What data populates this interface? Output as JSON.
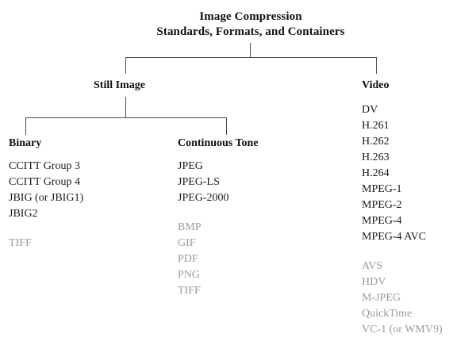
{
  "diagram": {
    "title": {
      "line1": "Image Compression",
      "line2": "Standards, Formats, and Containers"
    },
    "branches": [
      {
        "id": "still-image",
        "label": "Still Image"
      },
      {
        "id": "video",
        "label": "Video"
      }
    ],
    "columns": [
      {
        "id": "binary",
        "heading": "Binary",
        "items": [
          {
            "label": "CCITT Group 3",
            "muted": false,
            "gap_before": false
          },
          {
            "label": "CCITT Group 4",
            "muted": false,
            "gap_before": false
          },
          {
            "label": "JBIG (or JBIG1)",
            "muted": false,
            "gap_before": false
          },
          {
            "label": "JBIG2",
            "muted": false,
            "gap_before": false
          },
          {
            "label": "TIFF",
            "muted": true,
            "gap_before": true
          }
        ]
      },
      {
        "id": "continuous-tone",
        "heading": "Continuous Tone",
        "items": [
          {
            "label": "JPEG",
            "muted": false,
            "gap_before": false
          },
          {
            "label": "JPEG-LS",
            "muted": false,
            "gap_before": false
          },
          {
            "label": "JPEG-2000",
            "muted": false,
            "gap_before": false
          },
          {
            "label": "BMP",
            "muted": true,
            "gap_before": true
          },
          {
            "label": "GIF",
            "muted": true,
            "gap_before": false
          },
          {
            "label": "PDF",
            "muted": true,
            "gap_before": false
          },
          {
            "label": "PNG",
            "muted": true,
            "gap_before": false
          },
          {
            "label": "TIFF",
            "muted": true,
            "gap_before": false
          }
        ]
      },
      {
        "id": "video",
        "heading": "",
        "items": [
          {
            "label": "DV",
            "muted": false,
            "gap_before": false
          },
          {
            "label": "H.261",
            "muted": false,
            "gap_before": false
          },
          {
            "label": "H.262",
            "muted": false,
            "gap_before": false
          },
          {
            "label": "H.263",
            "muted": false,
            "gap_before": false
          },
          {
            "label": "H.264",
            "muted": false,
            "gap_before": false
          },
          {
            "label": "MPEG-1",
            "muted": false,
            "gap_before": false
          },
          {
            "label": "MPEG-2",
            "muted": false,
            "gap_before": false
          },
          {
            "label": "MPEG-4",
            "muted": false,
            "gap_before": false
          },
          {
            "label": "MPEG-4 AVC",
            "muted": false,
            "gap_before": false
          },
          {
            "label": "AVS",
            "muted": true,
            "gap_before": true
          },
          {
            "label": "HDV",
            "muted": true,
            "gap_before": false
          },
          {
            "label": "M-JPEG",
            "muted": true,
            "gap_before": false
          },
          {
            "label": "QuickTime",
            "muted": true,
            "gap_before": false
          },
          {
            "label": "VC-1 (or WMV9)",
            "muted": true,
            "gap_before": false
          }
        ]
      }
    ],
    "colors": {
      "text": "#1a1a1a",
      "muted_text": "#9a9a9a",
      "connector": "#4a4a4a",
      "background": "#ffffff"
    }
  }
}
